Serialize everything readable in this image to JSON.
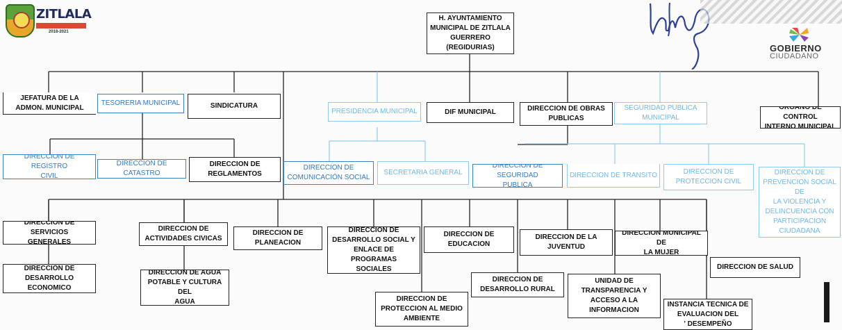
{
  "header": {
    "logo_left": {
      "title": "ZITLALA",
      "years": "2018-2021"
    },
    "logo_right": {
      "word": "GOBIERNO",
      "sub": "CIUDADANO"
    },
    "signature_icon": "handwritten-signature",
    "colors": {
      "line": "#222222",
      "blue": "#2f78c8",
      "light_blue": "#8ecbee"
    }
  },
  "org": {
    "root": "H. AYUNTAMIENTO\nMUNICIPAL DE ZITLALA\nGUERRERO (REGIDURIAS)",
    "level1": {
      "jefatura": "JEFATURA DE LA\nADMON. MUNICIPAL",
      "tesoreria": "TESORERIA MUNICIPAL",
      "sindicatura": "SINDICATURA",
      "presidencia": "PRESIDENCIA MUNICIPAL",
      "dif": "DIF MUNICIPAL",
      "obras": "DIRECCION DE OBRAS\nPUBLICAS",
      "seguridad": "SEGURIDAD PUBLICA\nMUNICIPAL",
      "organo": "ORGANO DE CONTROL\nINTERNO MUNICIPAL"
    },
    "level2": {
      "registro": "DIRECCION DE REGISTRO\nCIVIL",
      "catastro": "DIRECCION DE CATASTRO",
      "reglamentos": "DIRECCION DE\nREGLAMENTOS",
      "comunicacion": "DIRECCION DE\nCOMUNICACIÓN SOCIAL",
      "secretaria": "SECRETARIA GENERAL",
      "seguridad_dir": "DIRECCION DE SEGURIDAD\nPUBLICA",
      "transito": "DIRECCION DE TRANSITO",
      "proteccion_civil": "DIRECCION DE\nPROTECCION CIVIL",
      "prevencion": "DIRECCION DE\nPREVENCION SOCIAL DE\nLA VIOLENCIA Y\nDELINCUENCIA CON\nPARTICIPACION\nCIUDADANA"
    },
    "level3": {
      "servicios": "DIRECCION DE SERVICIOS\nGENERALES",
      "actividades": "DIRECCION DE\nACTIVIDADES CIVICAS",
      "planeacion": "DIRECCION DE\nPLANEACION",
      "desarrollo_social": "DIRECCION DE\nDESARROLLO SOCIAL Y\nENLACE DE PROGRAMAS\nSOCIALES",
      "educacion": "DIRECCION DE\nEDUCACION",
      "juventud": "DIRECCION DE LA\nJUVENTUD",
      "mujer": "DIRECCION MUNICIPAL DE\nLA MUJER",
      "economico": "DIRECCION DE\nDESARROLLO ECONOMICO",
      "agua": "DIRECCION DE AGUA\nPOTABLE Y CULTURA DEL\nAGUA",
      "medio_ambiente": "DIRECCION DE\nPROTECCION AL MEDIO\nAMBIENTE",
      "rural": "DIRECCION DE\nDESARROLLO RURAL",
      "transparencia": "UNIDAD DE\nTRANSPARENCIA Y\nACCESO A LA\nINFORMACION",
      "instancia": "INSTANCIA TECNICA DE\nEVALUACION DEL\n' DESEMPEÑO",
      "salud": "DIRECCION DE SALUD"
    }
  }
}
